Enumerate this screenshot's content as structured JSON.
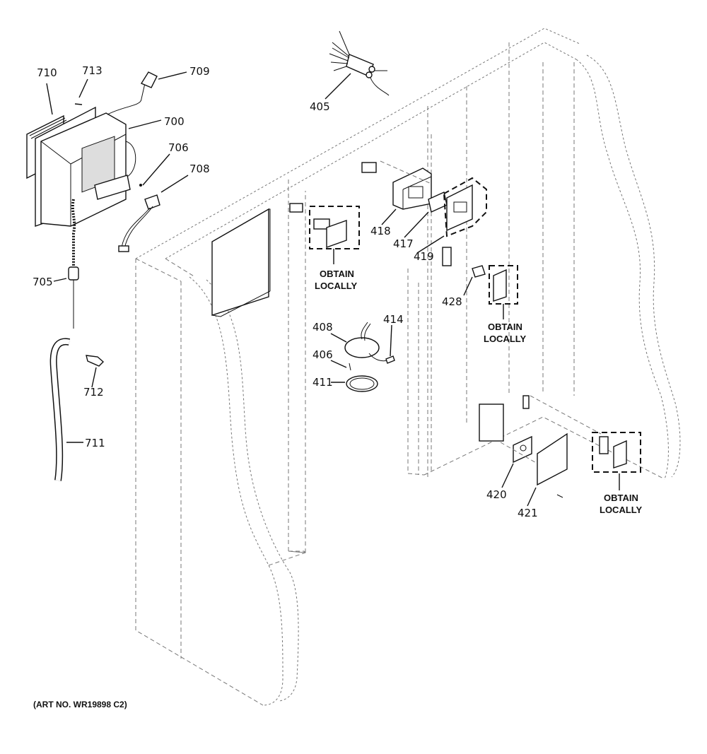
{
  "diagram": {
    "title": "Refrigerator dispenser / control parts exploded view",
    "art_number": "(ART NO. WR19898 C2)",
    "callouts": [
      {
        "id": "710",
        "label": "710"
      },
      {
        "id": "713",
        "label": "713"
      },
      {
        "id": "709",
        "label": "709"
      },
      {
        "id": "700",
        "label": "700"
      },
      {
        "id": "706",
        "label": "706"
      },
      {
        "id": "708",
        "label": "708"
      },
      {
        "id": "705",
        "label": "705"
      },
      {
        "id": "712",
        "label": "712"
      },
      {
        "id": "711",
        "label": "711"
      },
      {
        "id": "405",
        "label": "405"
      },
      {
        "id": "418",
        "label": "418"
      },
      {
        "id": "417",
        "label": "417"
      },
      {
        "id": "419",
        "label": "419"
      },
      {
        "id": "428",
        "label": "428"
      },
      {
        "id": "408",
        "label": "408"
      },
      {
        "id": "414",
        "label": "414"
      },
      {
        "id": "406",
        "label": "406"
      },
      {
        "id": "411",
        "label": "411"
      },
      {
        "id": "420",
        "label": "420"
      },
      {
        "id": "421",
        "label": "421"
      }
    ],
    "notes": {
      "obtain_locally_line1": "OBTAIN",
      "obtain_locally_line2": "LOCALLY"
    }
  }
}
